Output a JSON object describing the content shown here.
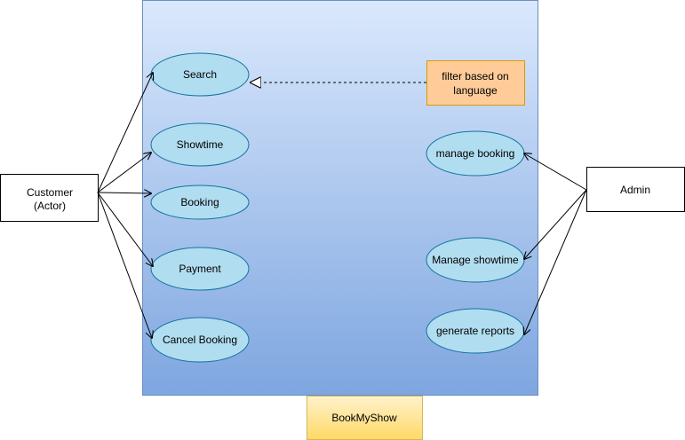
{
  "system": {
    "name": "BookMyShow",
    "colors": {
      "gradient_top": "#dae8fc",
      "gradient_bottom": "#7ea6e0",
      "border": "#6c8ebf"
    }
  },
  "actors": {
    "customer": {
      "line1": "Customer",
      "line2": "(Actor)"
    },
    "admin": {
      "label": "Admin"
    }
  },
  "use_cases": {
    "search": "Search",
    "showtime": "Showtime",
    "booking": "Booking",
    "payment": "Payment",
    "cancel_booking": "Cancel Booking",
    "manage_booking": "manage booking",
    "manage_showtime": "Manage showtime",
    "generate_reports": "generate reports"
  },
  "note": {
    "line1": "filter based on",
    "line2": "language"
  },
  "colors": {
    "use_case_fill": "#b1ddf0",
    "use_case_border": "#10739e",
    "note_fill": "#ffcc99",
    "note_border": "#d79b00",
    "label_fill": "#fff2cc",
    "label_border": "#d6b656"
  }
}
